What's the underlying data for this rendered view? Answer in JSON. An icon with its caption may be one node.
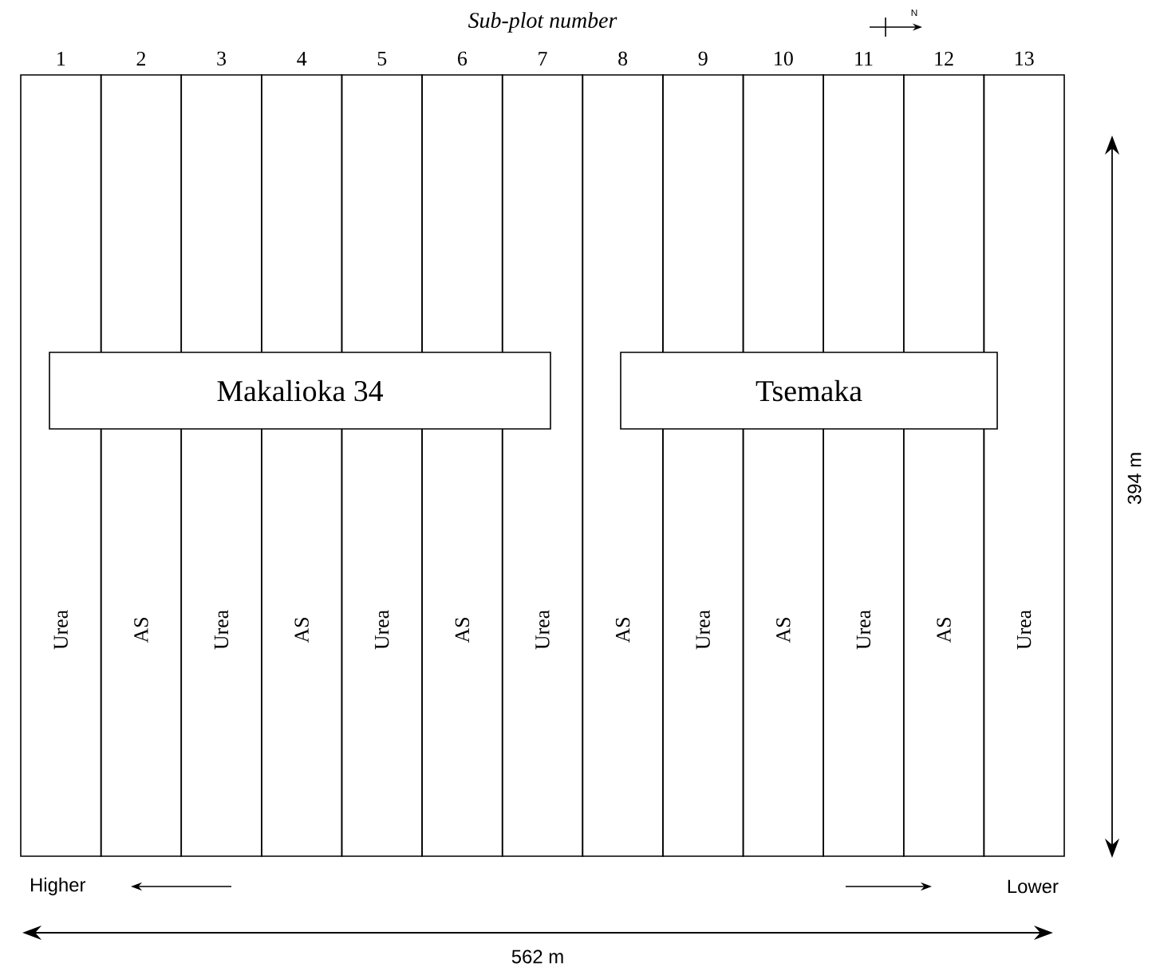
{
  "diagram": {
    "title": "Sub-plot number",
    "nodes": [
      {
        "text": [
          "Urea"
        ],
        "beside": [
          "1"
        ]
      },
      {
        "text": [
          "AS"
        ],
        "beside": [
          "2"
        ]
      },
      {
        "text": [
          "Urea"
        ],
        "beside": [
          "3"
        ]
      },
      {
        "text": [
          "AS"
        ],
        "beside": [
          "4"
        ]
      },
      {
        "text": [
          "Urea"
        ],
        "beside": [
          "5"
        ]
      },
      {
        "text": [
          "AS"
        ],
        "beside": [
          "6"
        ]
      },
      {
        "text": [
          "Urea"
        ],
        "beside": [
          "7"
        ]
      },
      {
        "text": [
          "AS"
        ],
        "beside": [
          "8"
        ]
      },
      {
        "text": [
          "Urea"
        ],
        "beside": [
          "9"
        ]
      },
      {
        "text": [
          "AS"
        ],
        "beside": [
          "10"
        ]
      },
      {
        "text": [
          "Urea"
        ],
        "beside": [
          "11"
        ]
      },
      {
        "text": [
          "AS"
        ],
        "beside": [
          "12"
        ]
      },
      {
        "text": [
          "Urea"
        ],
        "beside": [
          "13"
        ]
      },
      {
        "text": [
          "Makalioka 34"
        ]
      },
      {
        "text": [
          "Tsemaka"
        ]
      }
    ],
    "labels": [
      "N",
      "Higher",
      "Lower",
      "394 m",
      "562 m"
    ]
  }
}
